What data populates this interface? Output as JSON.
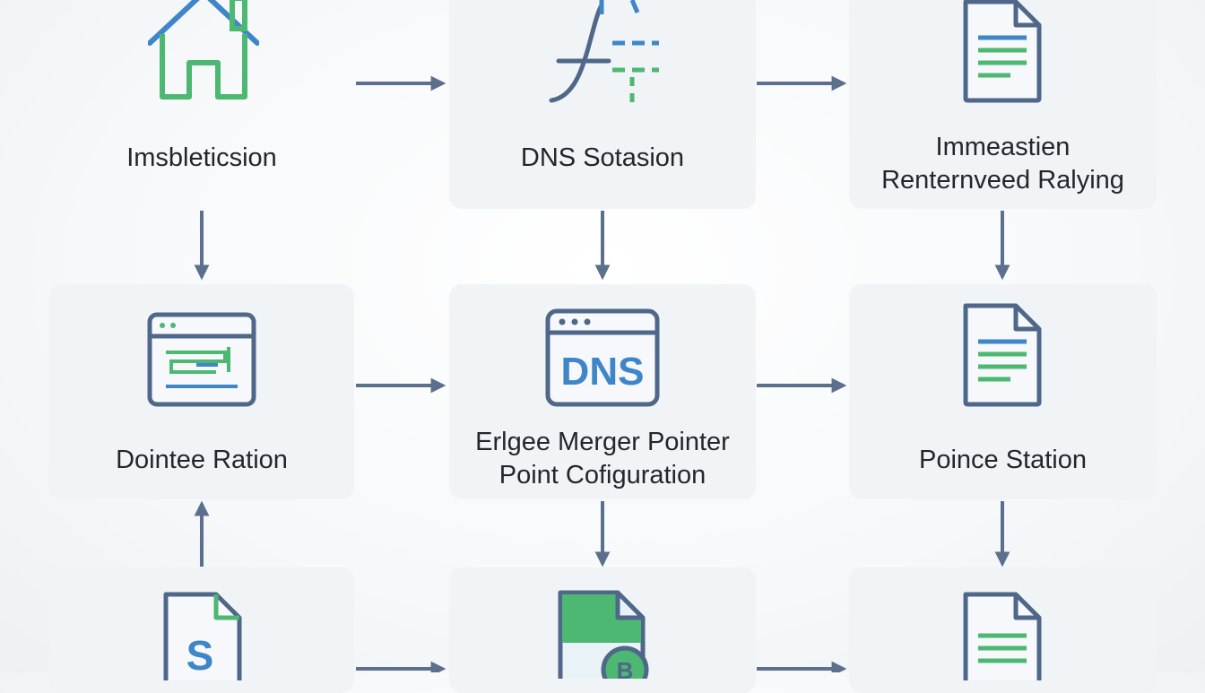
{
  "colors": {
    "arrow": "#5c6f8c",
    "icon_stroke": "#4f6788",
    "accent_blue": "#3f86c8",
    "accent_green": "#4cb871",
    "card_bg": "#f1f4f7",
    "text": "#23272c"
  },
  "nodes": [
    {
      "id": "n1",
      "label": "Imsbleticsion",
      "icon": "house-icon"
    },
    {
      "id": "n2",
      "label": "DNS Sotasion",
      "icon": "graph-lines-icon"
    },
    {
      "id": "n3",
      "label": "Immeastien\nRenternveed Ralying",
      "icon": "document-icon"
    },
    {
      "id": "n4",
      "label": "Dointee Ration",
      "icon": "terminal-window-icon"
    },
    {
      "id": "n5",
      "label": "Erlgee Merger Pointer\nPoint Cofiguration",
      "icon": "dns-window-icon",
      "icon_text": "DNS"
    },
    {
      "id": "n6",
      "label": "Poince Station",
      "icon": "document-icon"
    },
    {
      "id": "n7",
      "label": "",
      "icon": "s-document-icon",
      "icon_text": "S"
    },
    {
      "id": "n8",
      "label": "",
      "icon": "green-document-badge-icon"
    },
    {
      "id": "n9",
      "label": "",
      "icon": "document-icon"
    }
  ],
  "edges": [
    {
      "from": "n1",
      "to": "n2"
    },
    {
      "from": "n2",
      "to": "n3"
    },
    {
      "from": "n1",
      "to": "n4"
    },
    {
      "from": "n2",
      "to": "n5"
    },
    {
      "from": "n3",
      "to": "n6"
    },
    {
      "from": "n4",
      "to": "n5"
    },
    {
      "from": "n5",
      "to": "n6"
    },
    {
      "from": "n7",
      "to": "n4"
    },
    {
      "from": "n5",
      "to": "n8"
    },
    {
      "from": "n6",
      "to": "n9"
    },
    {
      "from": "n7",
      "to": "n8"
    },
    {
      "from": "n8",
      "to": "n9"
    }
  ]
}
